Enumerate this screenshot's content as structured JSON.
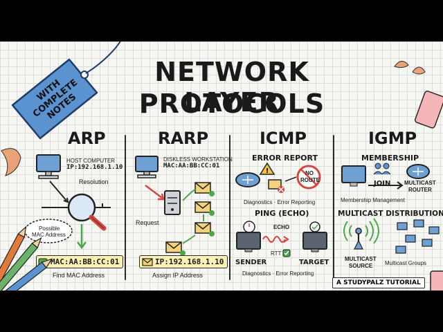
{
  "title": {
    "line1": "NETWORK LAYER",
    "line2": "PROTOCOLS"
  },
  "tag": {
    "line1": "WITH",
    "line2": "COMPLETE",
    "line3": "NOTES"
  },
  "arp": {
    "title": "ARP",
    "host_line1": "HOST COMPUTER",
    "host_line2": "IP:192.168.1.10",
    "resolution": "Resolution",
    "bubble_line1": "Possible",
    "bubble_line2": "MAC Address",
    "mac": "MAC:AA:BB:CC:01",
    "caption": "Find MAC Address"
  },
  "rarp": {
    "title": "RARP",
    "ws_line1": "DISKLESS WORKSTATION",
    "ws_line2": "MAC:AA:BB:CC:01",
    "request": "Request",
    "ip": "IP:192.168.1.10",
    "caption": "Assign IP Address"
  },
  "icmp": {
    "title": "ICMP",
    "error_report": "ERROR REPORT",
    "no_route_line1": "NO",
    "no_route_line2": "ROUTE",
    "diag1": "Diagnostics · Error Reporting",
    "ping": "PING (ECHO)",
    "echo": "ECHO",
    "rtt": "RTT",
    "sender": "SENDER",
    "target": "TARGET",
    "diag2": "Diagnostics · Error Reporting"
  },
  "igmp": {
    "title": "IGMP",
    "membership": "MEMBERSHIP",
    "join": "JOIN",
    "router_line1": "MULTICAST",
    "router_line2": "ROUTER",
    "mgmt": "Membership Management",
    "distribution": "MULTICAST DISTRIBUTION",
    "source_line1": "MULTICAST",
    "source_line2": "SOURCE",
    "groups": "Multicast Groups"
  },
  "footer": "A STUDYPALZ TUTORIAL",
  "colors": {
    "tag_blue": "#5b93d1",
    "badge_yellow": "#fbf1b4",
    "screen_blue": "#6ea0d4",
    "check_green": "#4aa84a",
    "error_red": "#d6453d",
    "envelope": "#f2d27a"
  }
}
